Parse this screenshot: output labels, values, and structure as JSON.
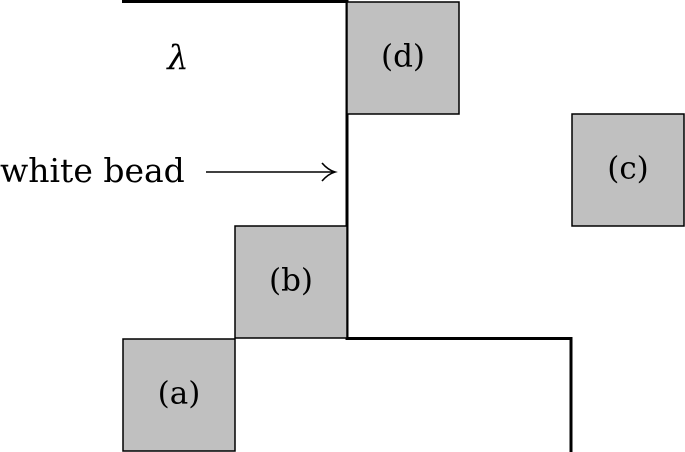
{
  "diagram": {
    "lambda_label": "λ",
    "white_bead_label": "white bead",
    "bead_fill_color": "#c0c0c0",
    "boxes": [
      {
        "id": "d",
        "label": "(d)"
      },
      {
        "id": "c",
        "label": "(c)"
      },
      {
        "id": "b",
        "label": "(b)"
      },
      {
        "id": "a",
        "label": "(a)"
      }
    ]
  }
}
